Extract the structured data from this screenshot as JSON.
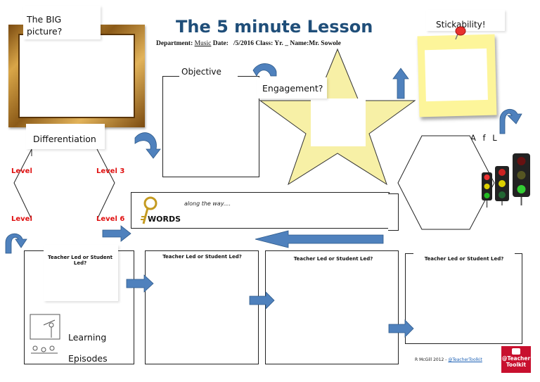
{
  "header": {
    "title": "The 5 minute Lesson",
    "department_label": "Department:",
    "department_value": "Music",
    "date_label": "Date:",
    "date_value": "/5/2016",
    "class_label": "Class: Yr.",
    "class_value": "_",
    "name_label": "Name:",
    "name_value": "Mr. Sowole"
  },
  "big_picture": {
    "label": "The BIG picture?"
  },
  "differentiation": {
    "label": "Differentiation",
    "levels": [
      "Level",
      "Level 3",
      "Level",
      "Level 6"
    ]
  },
  "objective": {
    "label": "Objective"
  },
  "engagement": {
    "label": "Engagement?"
  },
  "stickability": {
    "label": "Stickability!"
  },
  "afl": {
    "label": "A f L"
  },
  "keywords": {
    "label": "WORDS",
    "along_text": "along the way...."
  },
  "episodes": {
    "panel_label": "Teacher Led or Student Led?",
    "learning_label": "Learning",
    "episodes_label": "Episodes"
  },
  "footer": {
    "credit": "R McGill 2012 -",
    "handle": "@TeacherToolkit",
    "logo_line1": "@Teacher",
    "logo_line2": "Toolkit"
  },
  "colors": {
    "arrow_blue": "#4f81bd",
    "title_blue": "#1f4e79",
    "level_red": "#e01010",
    "star_fill": "#f7f0a6",
    "sticky_yellow": "#fdf59a",
    "pin_red": "#e8322e",
    "frame_gold": "#b5832b"
  }
}
